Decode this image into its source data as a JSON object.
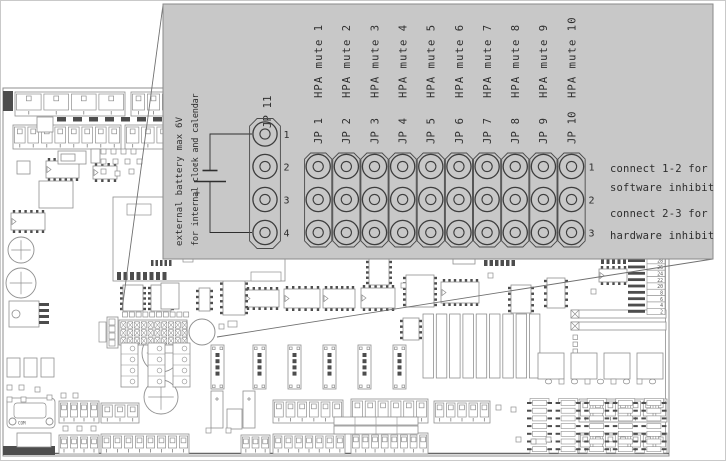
{
  "callout": {
    "battery_note_line1": "external battery max 6V",
    "battery_note_line2": "for internal clock and calendar",
    "battery_minus": "-",
    "battery_plus": "+",
    "jp11": {
      "label": "JP 11",
      "pins": [
        "1",
        "2",
        "3",
        "4"
      ]
    },
    "jumpers": [
      {
        "jp": "JP 1",
        "fn": "HPA mute 1"
      },
      {
        "jp": "JP 2",
        "fn": "HPA mute 2"
      },
      {
        "jp": "JP 3",
        "fn": "HPA mute 3"
      },
      {
        "jp": "JP 4",
        "fn": "HPA mute 4"
      },
      {
        "jp": "JP 5",
        "fn": "HPA mute 5"
      },
      {
        "jp": "JP 6",
        "fn": "HPA mute 6"
      },
      {
        "jp": "JP 7",
        "fn": "HPA mute 7"
      },
      {
        "jp": "JP 8",
        "fn": "HPA mute 8"
      },
      {
        "jp": "JP 9",
        "fn": "HPA mute 9"
      },
      {
        "jp": "JP 10",
        "fn": "HPA mute 10"
      }
    ],
    "row_numbers": [
      "1",
      "2",
      "3"
    ],
    "instructions": [
      "connect 1-2 for",
      "software inhibit",
      "connect 2-3 for",
      "hardware inhibit"
    ]
  },
  "board": {
    "edge_connector_pins": [
      "28",
      "26",
      "24",
      "22",
      "20",
      "8",
      "6",
      "4",
      "2"
    ],
    "dsub_label": "COM"
  },
  "colors": {
    "callout_bg": "#c8c8c8",
    "callout_border": "#8a8a8a",
    "board_stroke": "#8f8f8f",
    "dark": "#4d4d4d",
    "ink": "#2e2e2e",
    "leader": "#707070"
  }
}
